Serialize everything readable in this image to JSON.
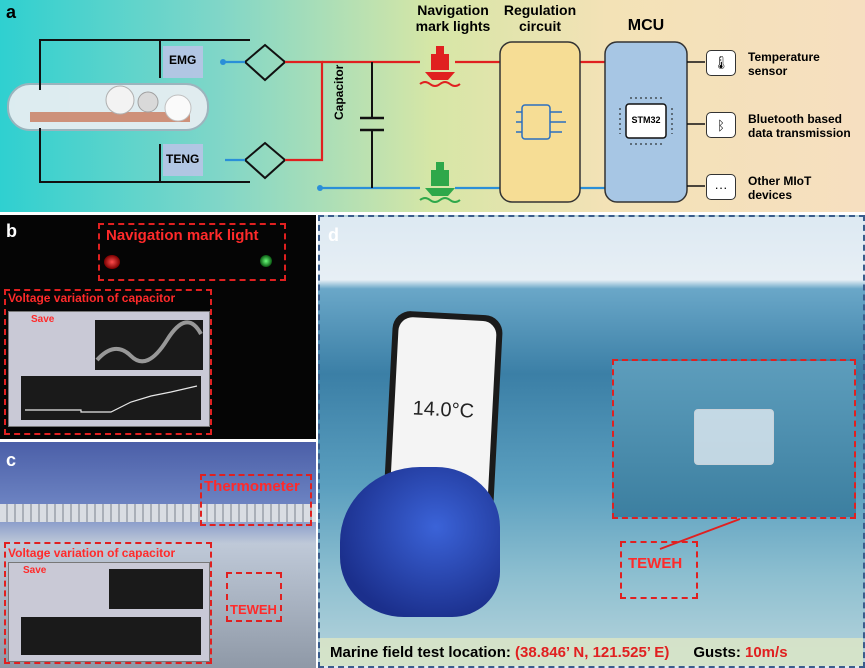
{
  "panel_a": {
    "letter": "a",
    "emg": "EMG",
    "teng": "TENG",
    "capacitor": "Capacitor",
    "nav_title": "Navigation mark lights",
    "reg_title": "Regulation circuit",
    "mcu_title": "MCU",
    "chip": "STM32",
    "sensors": [
      {
        "icon": "thermometer-icon",
        "label": "Temperature sensor"
      },
      {
        "icon": "bluetooth-icon",
        "label": "Bluetooth based data transmission"
      },
      {
        "icon": "ellipsis-icon",
        "label": "Other MIoT devices"
      }
    ]
  },
  "panel_b": {
    "letter": "b",
    "nav_label": "Navigation mark light",
    "voltage_label": "Voltage variation of capacitor",
    "save_label": "Save"
  },
  "panel_c": {
    "letter": "c",
    "thermometer_label": "Thermometer",
    "voltage_label": "Voltage variation of capacitor",
    "save_label": "Save",
    "teweh_label": "TEWEH"
  },
  "panel_d": {
    "letter": "d",
    "phone_temp": "14.0°C",
    "teweh_label": "TEWEH",
    "caption_prefix": "Marine field test location: ",
    "caption_coords": "(38.846’ N, 121.525’ E)",
    "caption_gusts_label": "Gusts: ",
    "caption_gusts_value": "10m/s"
  },
  "colors": {
    "red": "#e02020",
    "blue": "#2a8fd8",
    "green": "#2ea84a"
  }
}
